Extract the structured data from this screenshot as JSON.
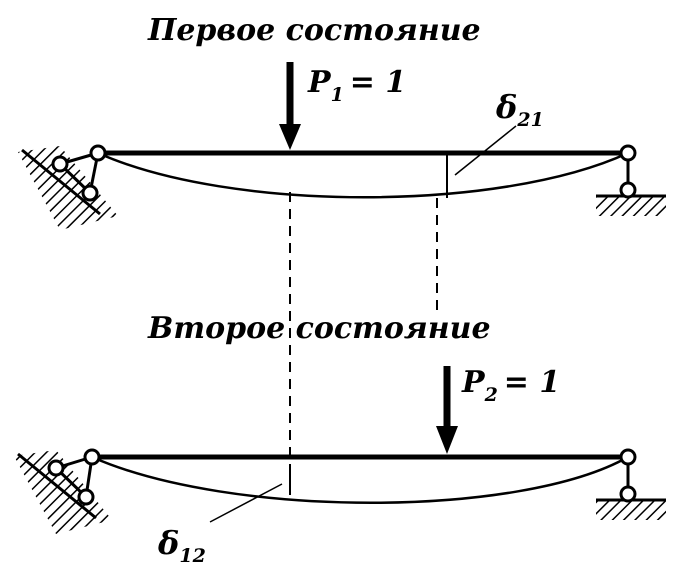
{
  "state1": {
    "title": "Первое состояние",
    "load_symbol": "P",
    "load_sub": "1",
    "load_eq": "= 1",
    "defl_symbol": "δ",
    "defl_sub": "21"
  },
  "state2": {
    "title": "Второе состояние",
    "load_symbol": "P",
    "load_sub": "2",
    "load_eq": "= 1",
    "defl_symbol": "δ",
    "defl_sub": "12"
  }
}
